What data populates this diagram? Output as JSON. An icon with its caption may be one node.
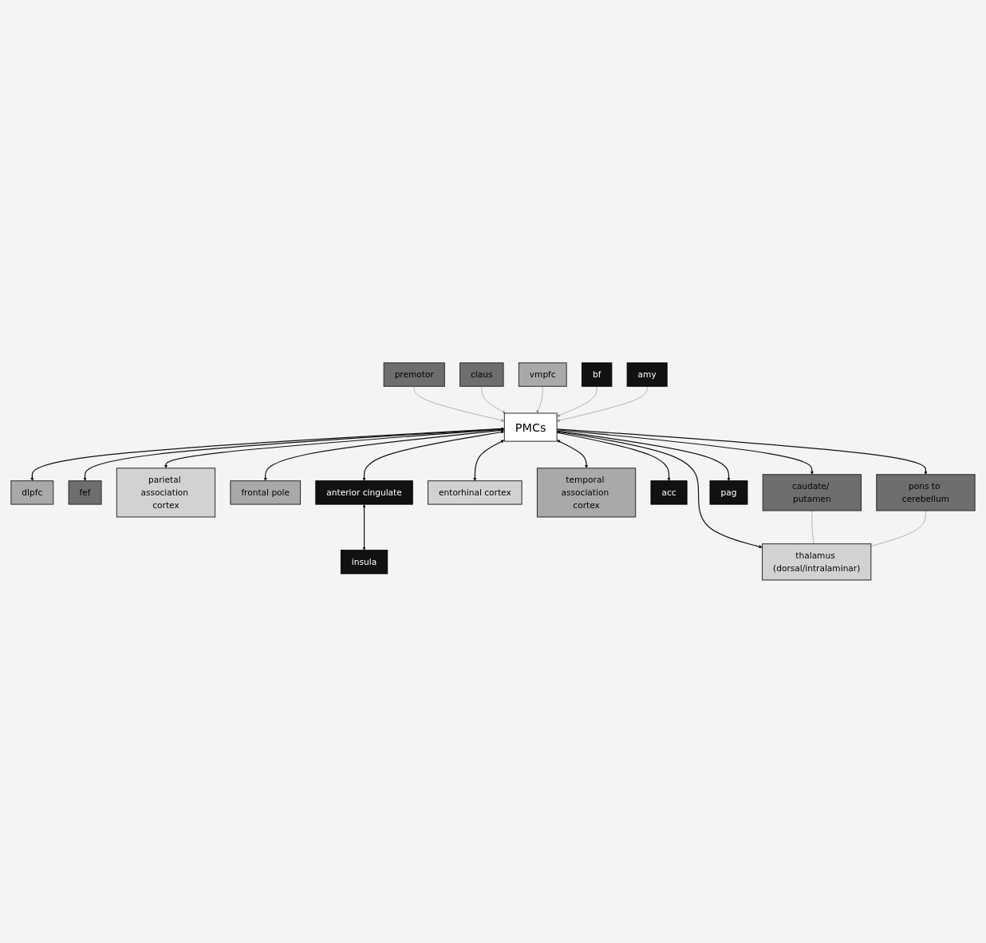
{
  "diagram": {
    "nodes": [
      {
        "text": [
          "dlpfc"
        ]
      },
      {
        "text": [
          "fef"
        ]
      },
      {
        "text": [
          "premotor"
        ]
      },
      {
        "text": [
          "parietal association cortex"
        ]
      },
      {
        "text": [
          "frontal pole"
        ]
      },
      {
        "text": [
          "anterior cingulate"
        ]
      },
      {
        "text": [
          "insula"
        ]
      },
      {
        "text": [
          "claus"
        ]
      },
      {
        "text": [
          "PMCs"
        ]
      },
      {
        "text": [
          "vmpfc"
        ]
      },
      {
        "text": [
          "bf"
        ]
      },
      {
        "text": [
          "entorhinal cortex"
        ]
      },
      {
        "text": [
          "temporal association cortex"
        ]
      },
      {
        "text": [
          "acc"
        ]
      },
      {
        "text": [
          "caudate/ putamen"
        ]
      },
      {
        "text": [
          "thalamus (dorsal/intralaminar)"
        ]
      },
      {
        "text": [
          "amy"
        ]
      },
      {
        "text": [
          "pag"
        ]
      },
      {
        "text": [
          "pons to cerebellum"
        ]
      }
    ],
    "edges": [
      {
        "from": 8,
        "to": 0,
        "arrow": "both"
      },
      {
        "from": 8,
        "to": 1,
        "arrow": "both"
      },
      {
        "from": 2,
        "to": 8,
        "arrow": "to",
        "color": "#999999"
      },
      {
        "from": 8,
        "to": 3,
        "arrow": "both"
      },
      {
        "from": 8,
        "to": 4,
        "arrow": "both"
      },
      {
        "from": 8,
        "to": 5,
        "arrow": "both"
      },
      {
        "from": 5,
        "to": 6,
        "arrow": "both"
      },
      {
        "from": 7,
        "to": 8,
        "arrow": "to",
        "color": "#999999"
      },
      {
        "from": 9,
        "to": 8,
        "arrow": "to",
        "color": "#999999"
      },
      {
        "from": 10,
        "to": 8,
        "arrow": "to",
        "color": "#999999"
      },
      {
        "from": 8,
        "to": 11,
        "arrow": "both"
      },
      {
        "from": 8,
        "to": 12,
        "arrow": "both"
      },
      {
        "from": 8,
        "to": 13,
        "arrow": "to"
      },
      {
        "from": 8,
        "to": 14,
        "arrow": "to"
      },
      {
        "from": 8,
        "to": 15,
        "arrow": "both"
      },
      {
        "from": 16,
        "to": 8,
        "arrow": "to",
        "color": "#999999"
      },
      {
        "from": 14,
        "to": 15,
        "arrow": "none",
        "color": "#999999"
      },
      {
        "from": 18,
        "to": 15,
        "arrow": "none",
        "color": "#999999"
      },
      {
        "from": 8,
        "to": 17,
        "arrow": "to"
      },
      {
        "from": 8,
        "to": 18,
        "arrow": "to"
      }
    ]
  }
}
